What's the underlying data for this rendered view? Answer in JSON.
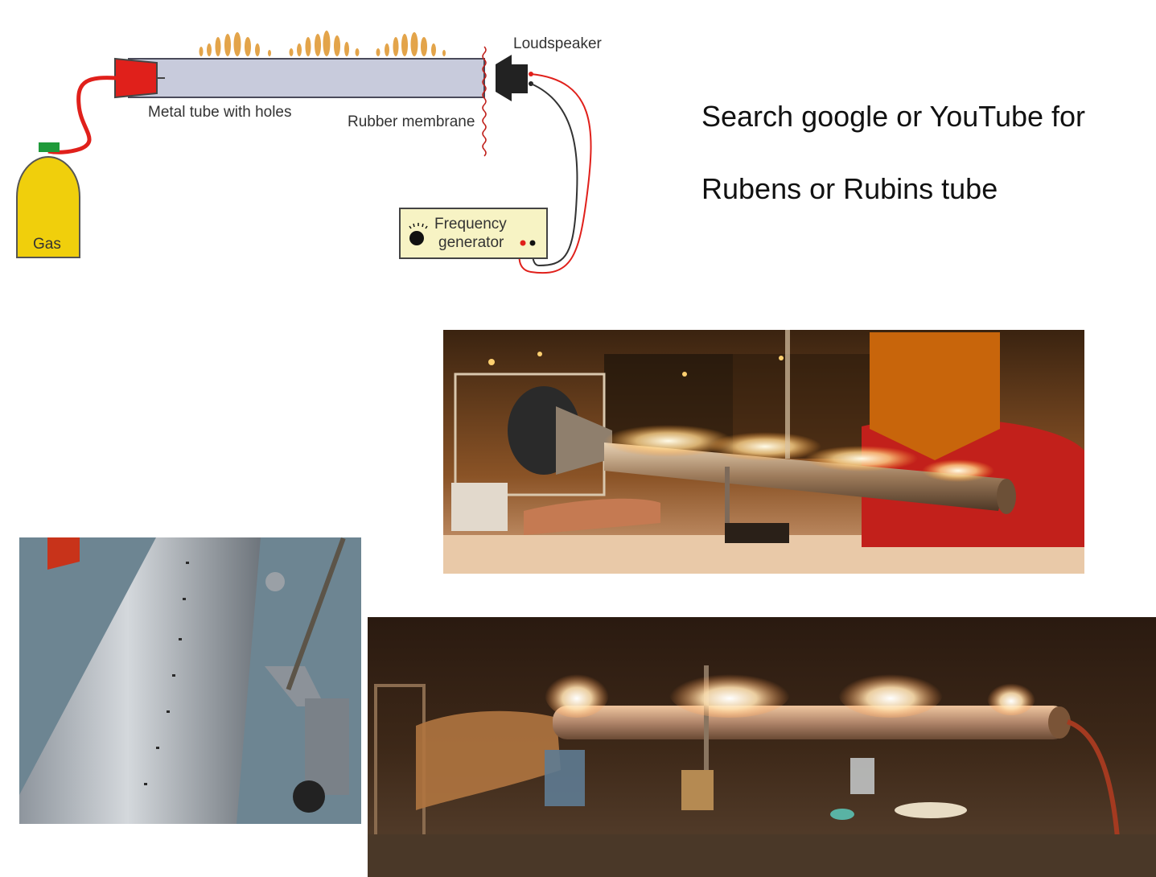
{
  "diagram": {
    "labels": {
      "loudspeaker": "Loudspeaker",
      "metal_tube": "Metal tube with holes",
      "rubber_membrane": "Rubber membrane",
      "frequency_generator_line1": "Frequency",
      "frequency_generator_line2": "generator",
      "gas": "Gas"
    },
    "colors": {
      "tube": "#c8cbdc",
      "gas_cylinder": "#f0cf0c",
      "cylinder_valve": "#1f9a3a",
      "hose": "#e0201b",
      "flame": "#e3a44a",
      "generator_box": "#f7f3c4",
      "wire_black": "#333333"
    }
  },
  "note": {
    "line1": "Search google or YouTube for",
    "line2": "Rubens or Rubins tube"
  },
  "photos": {
    "demo_top": {
      "icon": "photo-flames-tube"
    },
    "tube_closeup": {
      "icon": "photo-tube-holes"
    },
    "demo_bottom": {
      "icon": "photo-flames-tube"
    }
  }
}
